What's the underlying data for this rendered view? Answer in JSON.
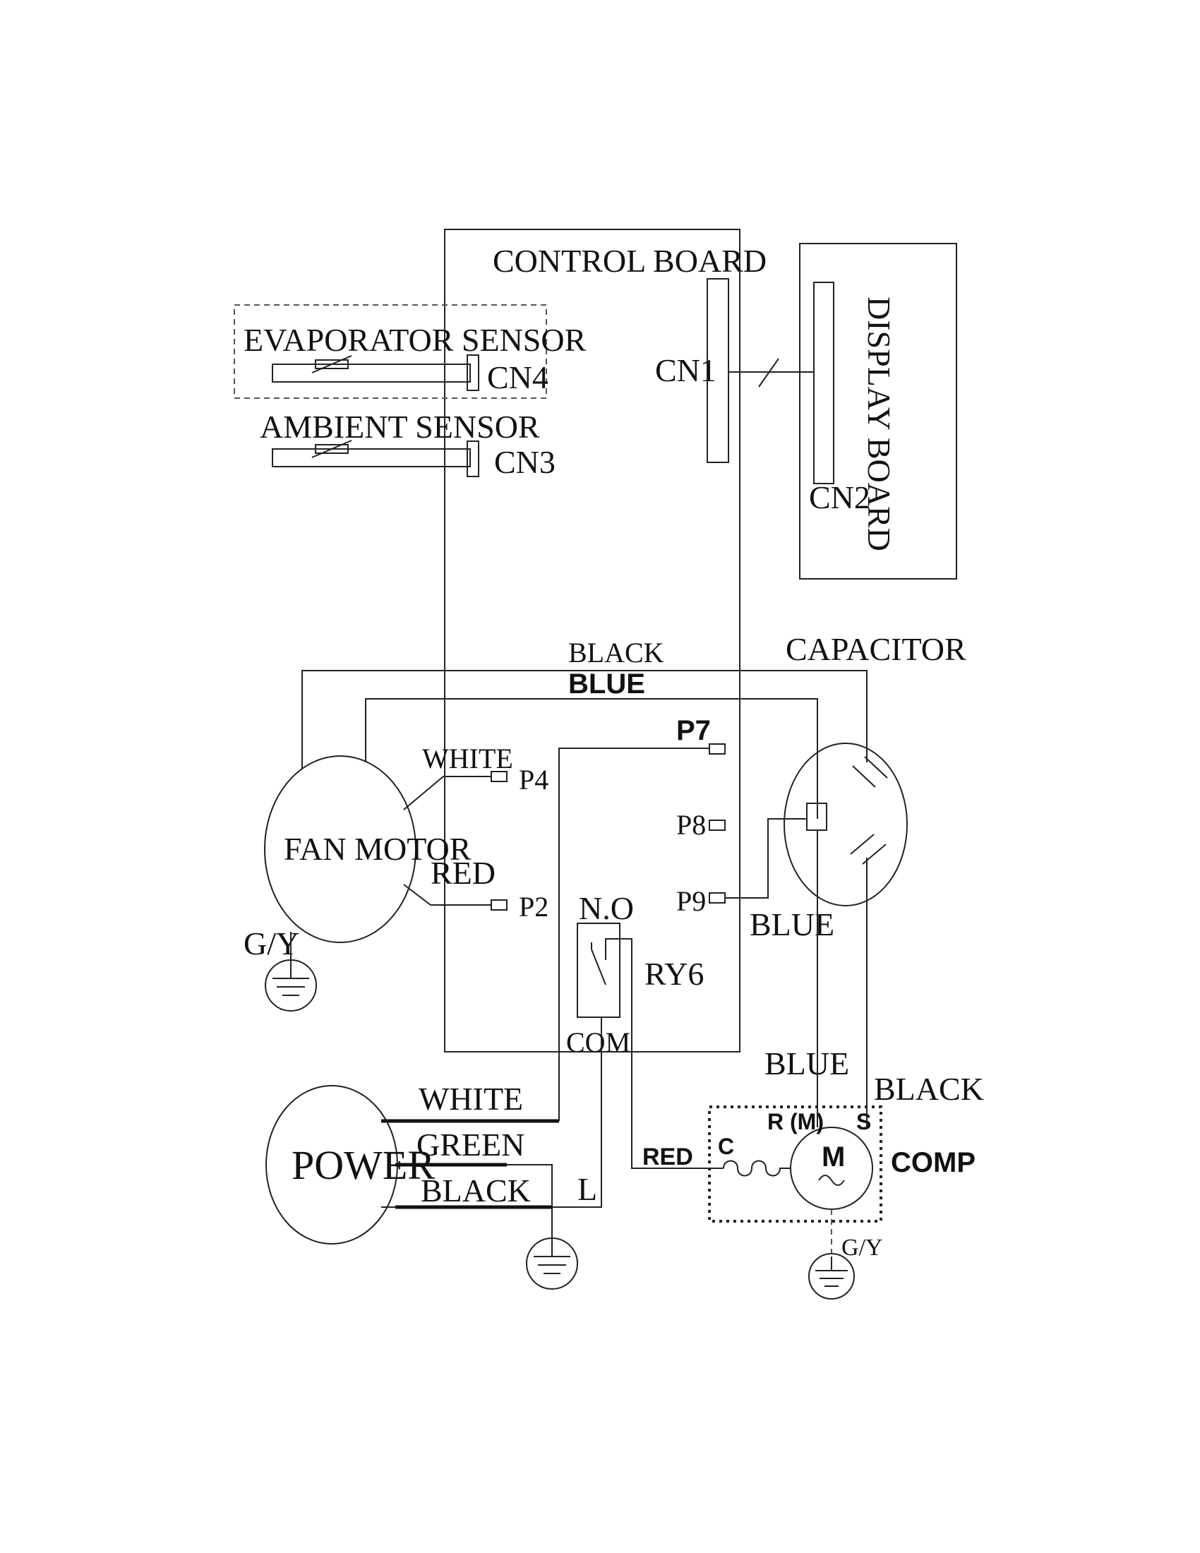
{
  "control_board": {
    "title": "CONTROL BOARD",
    "connectors": {
      "cn1": "CN1",
      "cn3": "CN3",
      "cn4": "CN4"
    },
    "terminals": {
      "p2": "P2",
      "p4": "P4",
      "p7": "P7",
      "p8": "P8",
      "p9": "P9"
    },
    "relay": {
      "name": "RY6",
      "no": "N.O",
      "com": "COM"
    }
  },
  "display_board": {
    "title": "DISPLAY BOARD",
    "connector": "CN2"
  },
  "sensors": {
    "evaporator": "EVAPORATOR SENSOR",
    "ambient": "AMBIENT SENSOR"
  },
  "fan_motor": {
    "label": "FAN MOTOR",
    "ground": "G/Y"
  },
  "capacitor": {
    "label": "CAPACITOR"
  },
  "power": {
    "label": "POWER",
    "l_terminal": "L"
  },
  "compressor": {
    "label": "COMP",
    "motor_symbol": "M",
    "terminal_c": "C",
    "terminal_r": "R (M)",
    "terminal_s": "S",
    "ground": "G/Y"
  },
  "wires": {
    "black_top": "BLACK",
    "blue_top": "BLUE",
    "white_fan": "WHITE",
    "red_fan": "RED",
    "blue_p9": "BLUE",
    "blue_comp": "BLUE",
    "black_comp": "BLACK",
    "red_comp": "RED",
    "power_white": "WHITE",
    "power_green": "GREEN",
    "power_black": "BLACK"
  }
}
